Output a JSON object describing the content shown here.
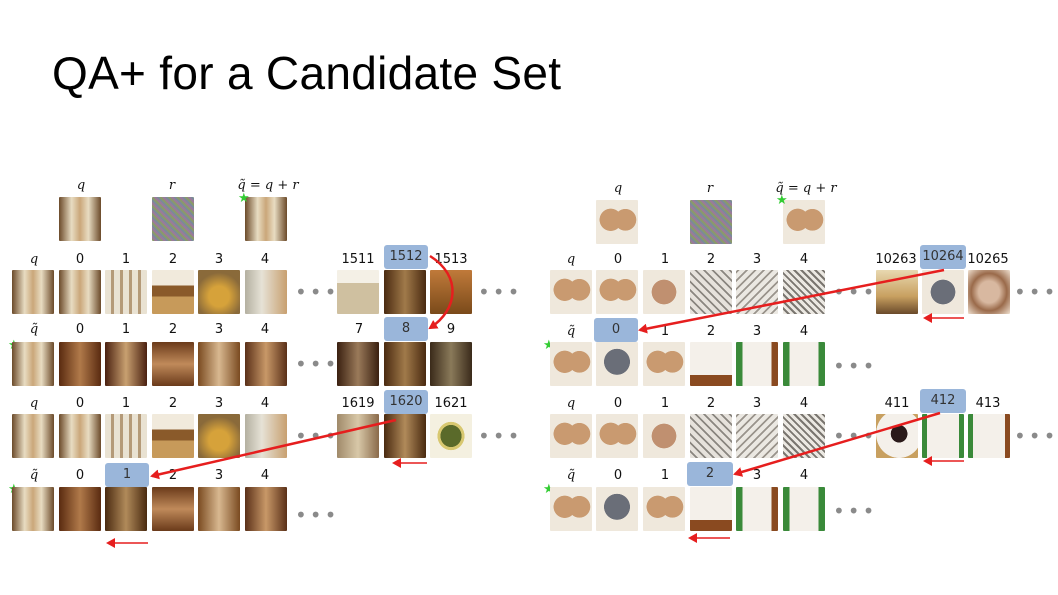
{
  "title": "QA+ for a Candidate Set",
  "colors": {
    "highlight": "#9ab6da",
    "arrow": "#e61e1e",
    "dots": "#8a8a8a",
    "star": "#33cc33"
  },
  "symbols": {
    "q": "q",
    "r": "r",
    "q_tilde": "q̃",
    "q_tilde_eq": "q̃ = q + r",
    "star_icon": "★",
    "ellipsis": "•••"
  },
  "left": {
    "row1": {
      "labels": [
        "0",
        "1",
        "2",
        "3",
        "4"
      ],
      "cand": [
        "1511",
        "1512",
        "1513"
      ],
      "hl": "1512"
    },
    "row2": {
      "labels": [
        "0",
        "1",
        "2",
        "3",
        "4"
      ],
      "cand": [
        "7",
        "8",
        "9"
      ],
      "hl": "8"
    },
    "row3": {
      "labels": [
        "0",
        "1",
        "2",
        "3",
        "4"
      ],
      "cand": [
        "1619",
        "1620",
        "1621"
      ],
      "hl": "1620"
    },
    "row4": {
      "labels": [
        "0",
        "1",
        "2",
        "3",
        "4"
      ],
      "hl": "1"
    }
  },
  "right": {
    "row1": {
      "labels": [
        "0",
        "1",
        "2",
        "3",
        "4"
      ],
      "cand": [
        "10263",
        "10264",
        "10265"
      ],
      "hl": "10264"
    },
    "row2": {
      "labels": [
        "0",
        "1",
        "2",
        "3",
        "4"
      ],
      "hl": "0"
    },
    "row3": {
      "labels": [
        "0",
        "1",
        "2",
        "3",
        "4"
      ],
      "cand": [
        "411",
        "412",
        "413"
      ],
      "hl": "412"
    },
    "row4": {
      "labels": [
        "0",
        "1",
        "2",
        "3",
        "4"
      ],
      "hl": "2"
    }
  }
}
